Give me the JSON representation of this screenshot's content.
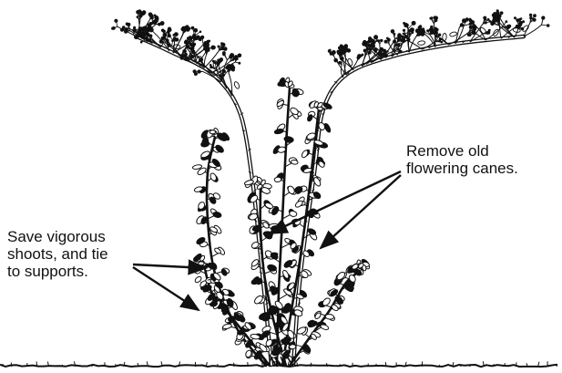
{
  "figure": {
    "colors": {
      "ink": "#111111",
      "background": "#ffffff"
    },
    "callouts": {
      "remove_old": {
        "line1": "Remove old",
        "line2": "flowering canes."
      },
      "save_vigorous": {
        "line1": "Save vigorous",
        "line2": "shoots, and tie",
        "line3": "to supports."
      }
    }
  }
}
